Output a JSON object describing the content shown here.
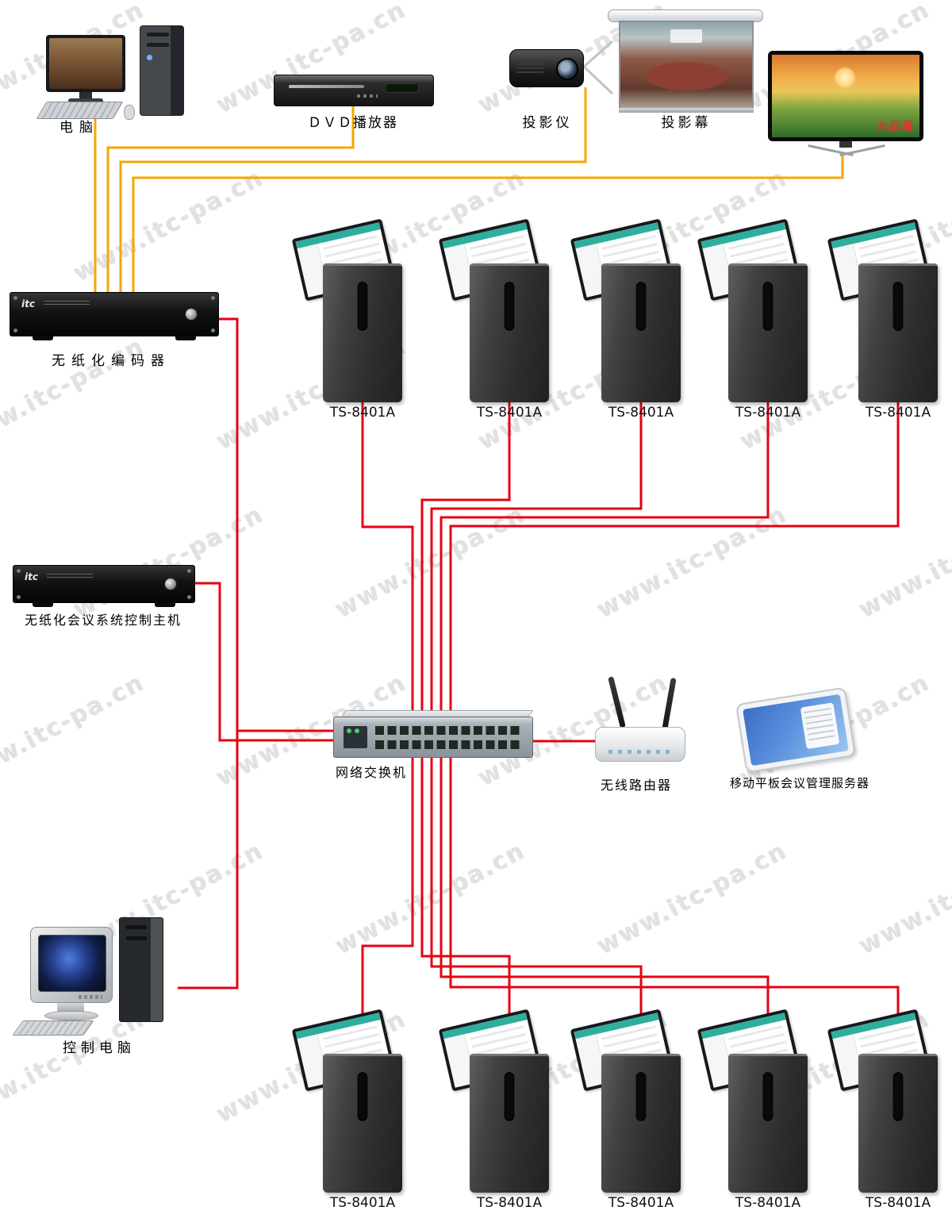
{
  "watermark": {
    "text": "www.itc-pa.cn"
  },
  "colors": {
    "orange_line": "#f7a600",
    "red_line": "#e60012",
    "gray_line": "#c0c4c8",
    "screen_teal": "#2fae9e"
  },
  "devices": {
    "computer": {
      "label": "电脑"
    },
    "dvd_player": {
      "label": "ＤＶＤ播放器"
    },
    "projector": {
      "label": "投影仪"
    },
    "projection_screen": {
      "label": "投影幕"
    },
    "big_screen_tv": {
      "caption": "大屏幕"
    },
    "encoder": {
      "brand": "itc",
      "label": "无纸化编码器"
    },
    "control_host": {
      "brand": "itc",
      "label": "无纸化会议系统控制主机"
    },
    "network_switch": {
      "label": "网络交换机"
    },
    "wireless_router": {
      "label": "无线路由器"
    },
    "tablet_server": {
      "label": "移动平板会议管理服务器"
    },
    "control_computer": {
      "label": "控制电脑"
    }
  },
  "terminals": {
    "model": "TS-8401A",
    "count_top": 5,
    "count_bottom": 5
  }
}
